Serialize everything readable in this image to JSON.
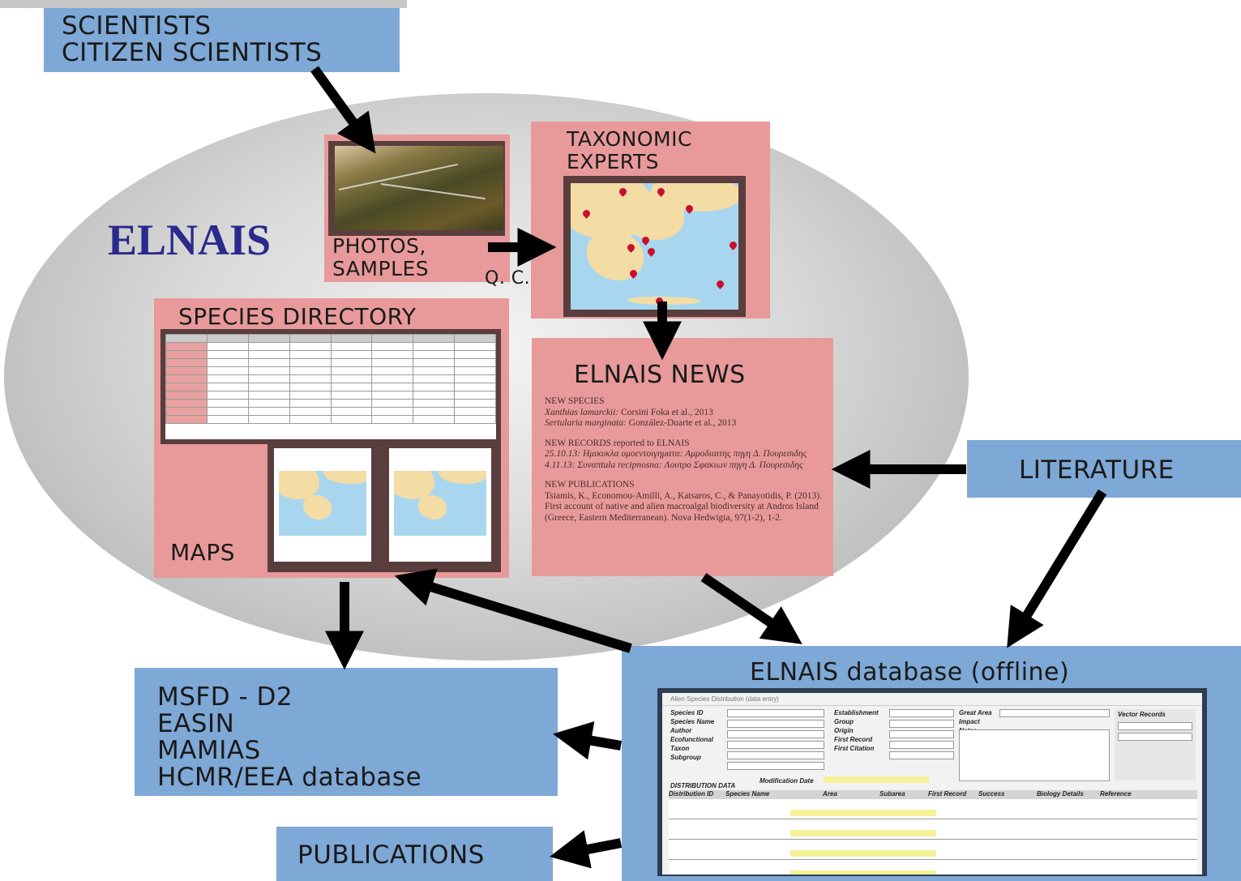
{
  "boxes": {
    "scientists": [
      "SCIENTISTS",
      "CITIZEN SCIENTISTS"
    ],
    "photos": [
      "PHOTOS,",
      "SAMPLES"
    ],
    "qc": "Q. C.",
    "taxonomic": [
      "TAXONOMIC",
      "EXPERTS"
    ],
    "species_directory": "SPECIES DIRECTORY",
    "maps": "MAPS",
    "news": "ELNAIS NEWS",
    "literature": "LITERATURE",
    "database": "ELNAIS database (offline)",
    "outputs": [
      "MSFD - D2",
      "EASIN",
      "MAMIAS",
      "HCMR/EEA database"
    ],
    "publications": "PUBLICATIONS"
  },
  "logo": "ELNAIS",
  "news": {
    "species_heading": "NEW SPECIES",
    "species_1_name": "Xanthias lamarckii:",
    "species_1_ref": " Corsini Foka et al., 2013",
    "species_2_name": "Sertularia marginata:",
    "species_2_ref": " González-Duarte et al., 2013",
    "records_heading": "NEW RECORDS reported to ELNAIS",
    "record_1": "25.10.13: Ημικυκλα ομοεντοιγηματα: Αμμοδιαιτης πηγη Δ. Πουρεσιδης",
    "record_2": "4.11.13: Συναπtula recipnosna: Λουτρο Σφακιων πηγη Δ. Πουρεσιδης",
    "publications_heading": "NEW PUBLICATIONS",
    "publication_1": "Tsiamis, K., Economou-Amilli, A., Katsaros, C., & Panayotidis, P. (2013). First account of native and alien macroalgal biodiversity at Andros Island (Greece, Eastern Mediterranean). Nova Hedwigia, 97(1-2), 1-2."
  },
  "database_window": {
    "title": "Alien Species Distribution (data entry)",
    "labels": [
      "Species ID",
      "Species Name",
      "Author",
      "Ecofunctional",
      "Taxon",
      "Subgroup"
    ],
    "labels_2": [
      "Establishment",
      "Group",
      "Origin",
      "First Record",
      "First Citation"
    ],
    "labels_3": [
      "Great Area",
      "Impact",
      "Notes"
    ],
    "side_header": "Vector Records",
    "modification": "Modification Date",
    "section": "DISTRIBUTION DATA",
    "columns": [
      "Distribution ID",
      "Species Name",
      "Area",
      "Subarea",
      "First Record",
      "Success",
      "Biology Details",
      "Reference"
    ]
  },
  "colors": {
    "blue_box": "#7ea8d6",
    "pink_box": "#e89a9a",
    "logo": "#2a2a8c",
    "arrow": "#000000"
  }
}
